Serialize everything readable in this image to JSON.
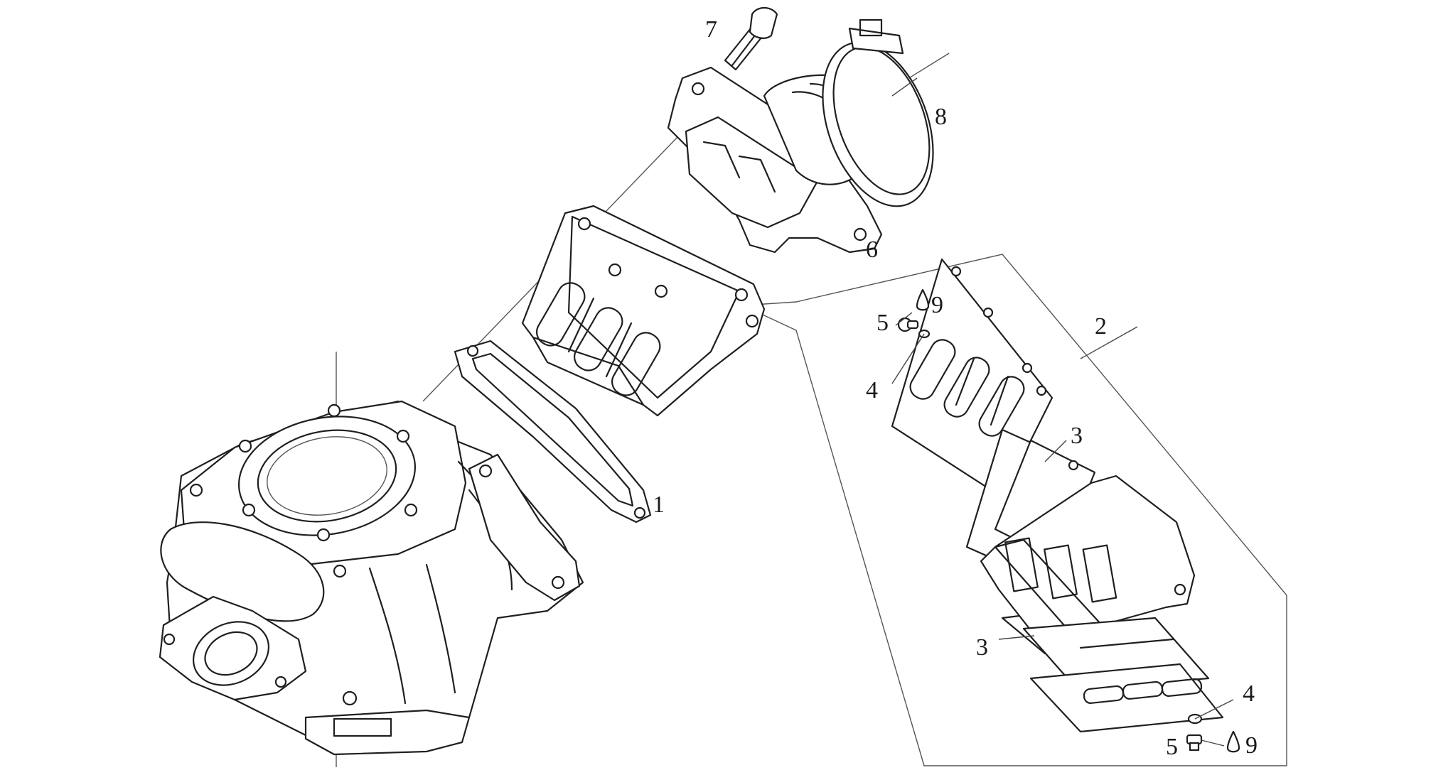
{
  "diagram": {
    "callouts": [
      {
        "id": "c1",
        "text": "1"
      },
      {
        "id": "c2",
        "text": "2"
      },
      {
        "id": "c3a",
        "text": "3"
      },
      {
        "id": "c3b",
        "text": "3"
      },
      {
        "id": "c4a",
        "text": "4"
      },
      {
        "id": "c4b",
        "text": "4"
      },
      {
        "id": "c5a",
        "text": "5"
      },
      {
        "id": "c5b",
        "text": "5"
      },
      {
        "id": "c6",
        "text": "6"
      },
      {
        "id": "c7",
        "text": "7"
      },
      {
        "id": "c8",
        "text": "8"
      },
      {
        "id": "c9a",
        "text": "9"
      },
      {
        "id": "c9b",
        "text": "9"
      }
    ]
  }
}
